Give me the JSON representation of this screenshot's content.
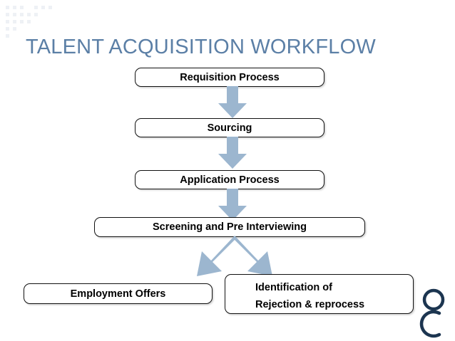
{
  "slide": {
    "title": "TALENT ACQUISITION WORKFLOW",
    "title_color": "#5b7fa6",
    "background_color": "#ffffff",
    "arrow_color": "#9cb6cf",
    "box_border_color": "#111111",
    "logo_color": "#1c3550"
  },
  "decor": {
    "dot_color": "#eef1f5",
    "dot_grid_name": "dot-grid-decoration"
  },
  "flow": {
    "steps": [
      {
        "id": "requisition",
        "label": "Requisition Process"
      },
      {
        "id": "sourcing",
        "label": "Sourcing"
      },
      {
        "id": "application",
        "label": "Application Process"
      },
      {
        "id": "screening",
        "label": "Screening and Pre Interviewing"
      }
    ],
    "outcomes": [
      {
        "id": "employment",
        "label": "Employment Offers"
      },
      {
        "id": "identification",
        "line1": "Identification of",
        "line2": "Rejection & reprocess"
      }
    ],
    "connectors": [
      {
        "id": "arrow-1",
        "type": "down-arrow",
        "from": "requisition",
        "to": "sourcing"
      },
      {
        "id": "arrow-2",
        "type": "down-arrow",
        "from": "sourcing",
        "to": "application"
      },
      {
        "id": "arrow-3",
        "type": "down-arrow",
        "from": "application",
        "to": "screening"
      },
      {
        "id": "arrow-split",
        "type": "split-arrow",
        "from": "screening",
        "to": "employment,identification"
      }
    ]
  },
  "logo": {
    "name": "person-figure-logo"
  }
}
